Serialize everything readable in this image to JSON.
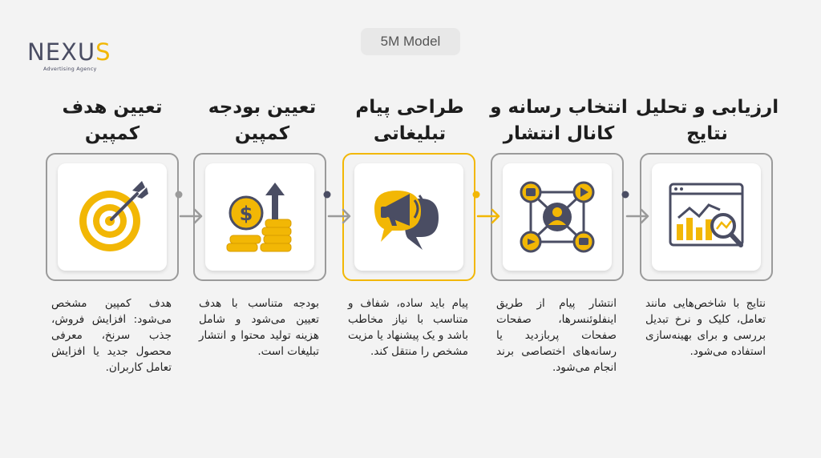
{
  "brand": {
    "name_main": "NEXU",
    "name_accent": "S",
    "tagline": "Advertising Agency"
  },
  "model_label": "5M Model",
  "steps": [
    {
      "title": "تعیین هدف کمپین",
      "icon": "target-icon",
      "description": "هدف کمپین مشخص می‌شود: افزایش فروش، جذب سرنخ، معرفی محصول جدید یا افزایش تعامل کاربران."
    },
    {
      "title": "تعیین بودجه کمپین",
      "icon": "budget-coins-icon",
      "description": "بودجه متناسب با هدف تعیین می‌شود و شامل هزینه تولید محتوا و انتشار تبلیغات است."
    },
    {
      "title": "طراحی پیام تبلیغاتی",
      "icon": "megaphone-chat-icon",
      "description": "پیام باید ساده، شفاف و متناسب با نیاز مخاطب باشد و یک پیشنهاد یا مزیت مشخص را منتقل کند."
    },
    {
      "title": "انتخاب رسانه و کانال انتشار",
      "icon": "media-network-icon",
      "description": "انتشار پیام از طریق اینفلوئنسرها، صفحات صفحات پربازدید یا رسانه‌های اختصاصی برند انجام می‌شود."
    },
    {
      "title": "ارزیابی و تحلیل نتایج",
      "icon": "analytics-magnifier-icon",
      "description": "نتایج با شاخص‌هایی مانند تعامل، کلیک و نرخ تبدیل بررسی و برای بهینه‌سازی استفاده می‌شود."
    }
  ],
  "colors": {
    "accent": "#f2b705",
    "dark": "#4a4d63",
    "frame": "#9a9a9a",
    "background": "#f3f3f3"
  }
}
